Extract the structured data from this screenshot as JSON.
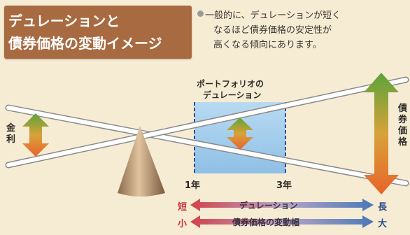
{
  "title": {
    "line1": "デュレーションと",
    "line2": "債券価格の変動イメージ"
  },
  "note": {
    "line1": "一般的に、デュレーションが短く",
    "line2": "なるほど債券価格の安定性が",
    "line3": "高くなる傾向にあります。"
  },
  "diagram": {
    "rate_label": "金利",
    "bond_price_label": "債券価格",
    "portfolio_label_line1": "ポートフォリオの",
    "portfolio_label_line2": "デュレーション",
    "tick_1": "1年",
    "tick_3": "3年"
  },
  "legend": {
    "row1": {
      "left": "短",
      "text": "デュレーション",
      "right": "長"
    },
    "row2": {
      "left": "小",
      "text": "債券価格の変動幅",
      "right": "大"
    }
  },
  "colors": {
    "title_bg": "#a86a40",
    "portfolio_box": "#9ec9ea",
    "arrow_green": "#5ba33a",
    "arrow_orange": "#e8732a",
    "legend_red": "#d2424a",
    "legend_blue": "#4a78b8"
  }
}
